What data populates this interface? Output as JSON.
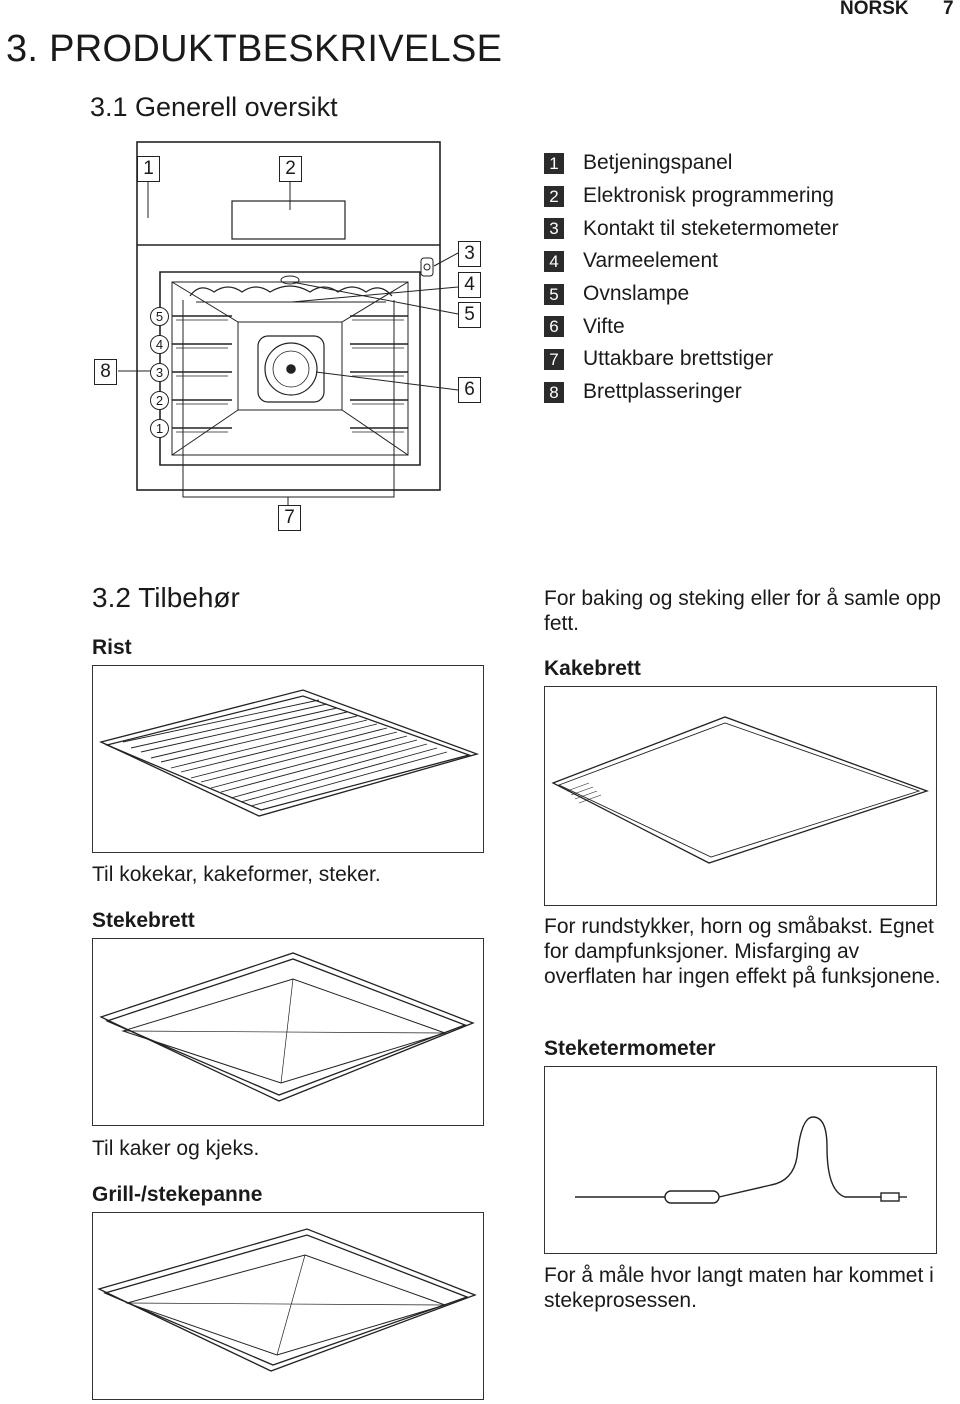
{
  "header": {
    "language": "NORSK",
    "page_number": "7"
  },
  "section": {
    "title": "3. PRODUKTBESKRIVELSE"
  },
  "overview": {
    "title": "3.1 Generell oversikt",
    "diagram_labels": [
      "1",
      "2",
      "3",
      "4",
      "5",
      "6",
      "7",
      "8"
    ],
    "shelf_levels": [
      "5",
      "4",
      "3",
      "2",
      "1"
    ],
    "legend": [
      {
        "num": "1",
        "label": "Betjeningspanel"
      },
      {
        "num": "2",
        "label": "Elektronisk programmering"
      },
      {
        "num": "3",
        "label": "Kontakt til steketermometer"
      },
      {
        "num": "4",
        "label": "Varmeelement"
      },
      {
        "num": "5",
        "label": "Ovnslampe"
      },
      {
        "num": "6",
        "label": "Vifte"
      },
      {
        "num": "7",
        "label": "Uttakbare brettstiger"
      },
      {
        "num": "8",
        "label": "Brettplasseringer"
      }
    ]
  },
  "accessories": {
    "title": "3.2 Tilbehør",
    "items": [
      {
        "name": "Rist",
        "description": "For baking og steking eller for å samle opp fett."
      },
      {
        "name": "Kakebrett",
        "description": "Til kokekar, kakeformer, steker."
      },
      {
        "name": "Stekebrett",
        "description": "For rundstykker, horn og småbakst. Egnet for dampfunksjoner. Misfarging av overflaten har ingen effekt på funksjonene."
      },
      {
        "name": "Steketermometer",
        "description": "Til kaker og kjeks."
      },
      {
        "name": "Grill-/stekepanne",
        "description": "For å måle hvor langt maten har kommet i stekeprosessen."
      }
    ]
  }
}
